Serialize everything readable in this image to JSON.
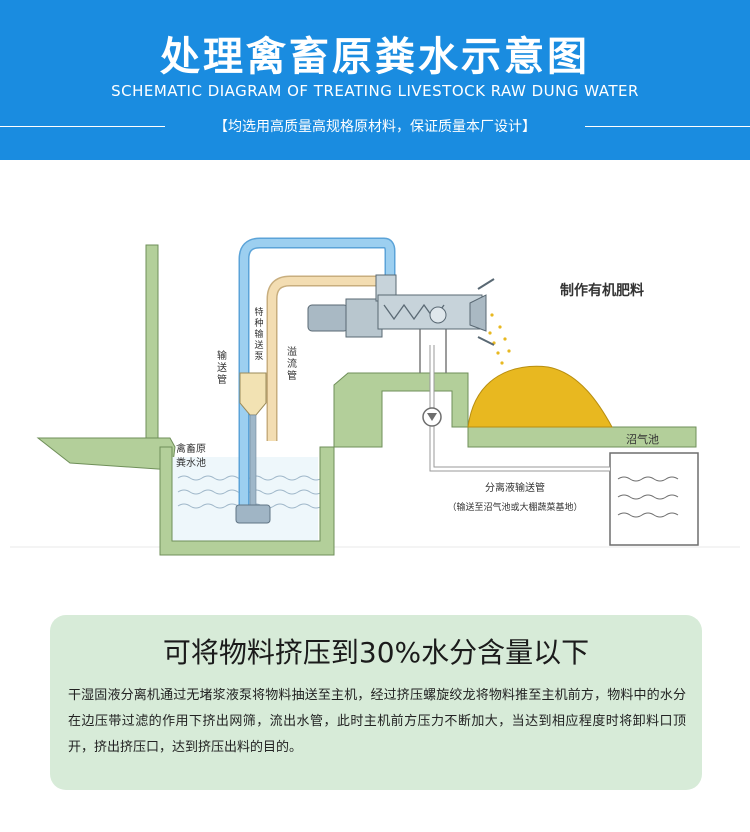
{
  "header": {
    "title": "处理禽畜原粪水示意图",
    "subtitle": "SCHEMATIC DIAGRAM OF TREATING LIVESTOCK RAW DUNG WATER",
    "note": "【均选用高质量高规格原材料，保证质量本厂设计】"
  },
  "diagram": {
    "label_organic": "制作有机肥料",
    "label_pump": "特种输送泵",
    "label_conveying_pipe": "输送管",
    "label_overflow_pipe": "溢流管",
    "label_pool_line1": "禽畜原",
    "label_pool_line2": "粪水池",
    "label_biogas": "沼气池",
    "label_separation_pipe": "分离液输送管",
    "label_destination": "（输送至沼气池或大棚蔬菜基地）"
  },
  "info": {
    "title": "可将物料挤压到30%水分含量以下",
    "body": "干湿固液分离机通过无堵浆液泵将物料抽送至主机，经过挤压螺旋绞龙将物料推至主机前方，物料中的水分在边压带过滤的作用下挤出网筛，流出水管，此时主机前方压力不断加大，当达到相应程度时将卸料口顶开，挤出挤压口，达到挤压出料的目的。"
  },
  "colors": {
    "banner": "#1a8ce0",
    "card": "#d7ebd8",
    "ground": "#b3cf9a",
    "conveying_pipe": "#9ccff0",
    "overflow_pipe": "#f3ddb2",
    "manure_pile": "#e8b820"
  }
}
